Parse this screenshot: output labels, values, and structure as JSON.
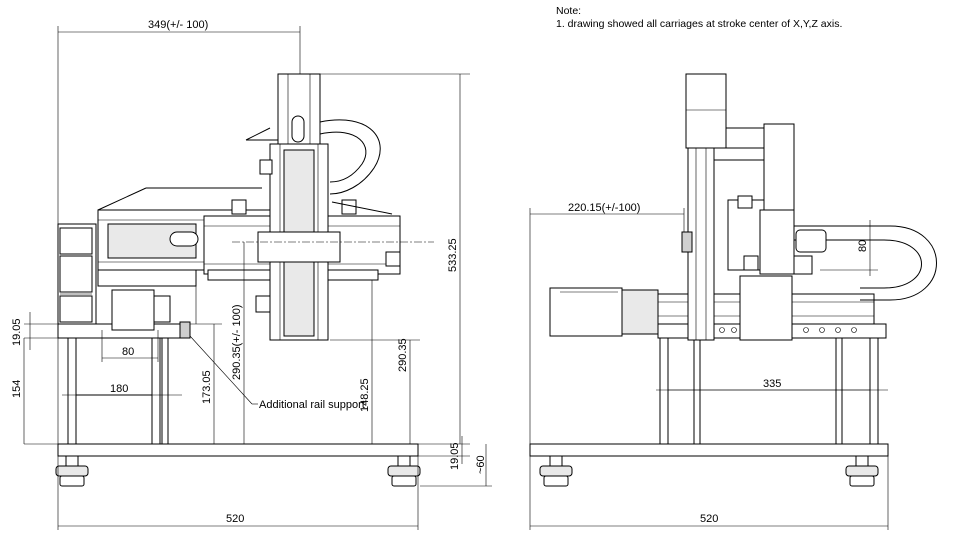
{
  "note": {
    "heading": "Note:",
    "line1": "1. drawing showed all carriages at stroke center of X,Y,Z axis."
  },
  "front_view": {
    "dims": {
      "top_width": "349(+/- 100)",
      "total_height": "533.25",
      "height_290_right": "290.35",
      "height_290_center": "290.35(+/- 100)",
      "height_148": "148.25",
      "height_173": "173.05",
      "left_1905": "19.05",
      "left_154": "154",
      "width_80": "80",
      "width_180": "180",
      "base_width": "520",
      "base_1905": "19.05",
      "foot_60": "~60"
    },
    "callout": "Additional rail support"
  },
  "side_view": {
    "dims": {
      "reach": "220.15(+/-100)",
      "height_80": "80",
      "width_335": "335",
      "base_width": "520"
    }
  }
}
